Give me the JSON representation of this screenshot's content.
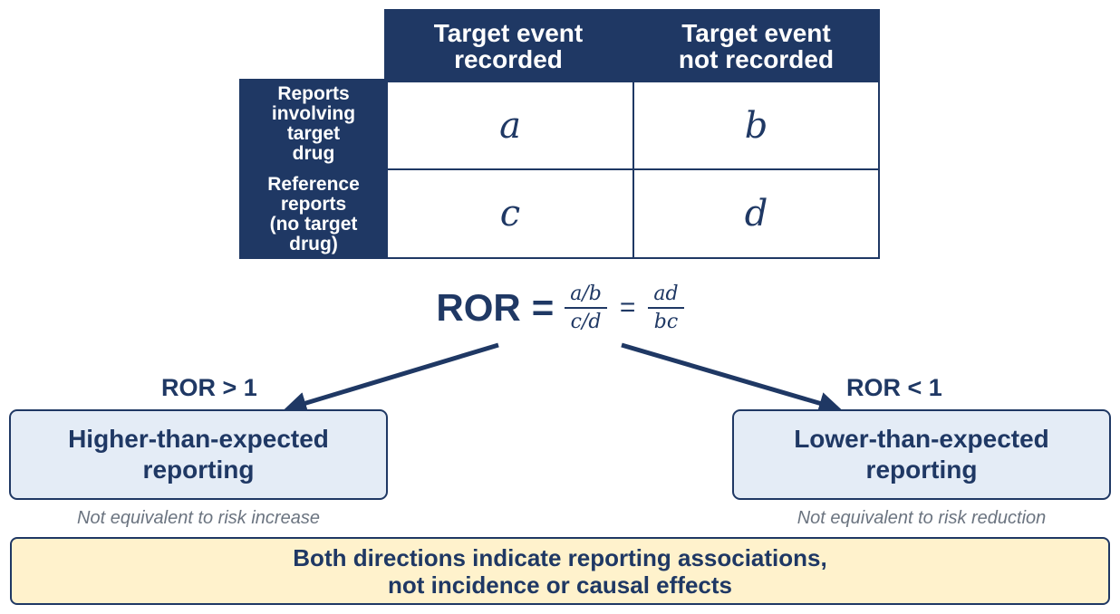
{
  "table": {
    "column_headers": [
      "Target event\nrecorded",
      "Target event\nnot recorded"
    ],
    "row_headers": [
      "Reports\ninvolving\ntarget\ndrug",
      "Reference\nreports\n(no target\ndrug)"
    ],
    "cells": [
      [
        "a",
        "b"
      ],
      [
        "c",
        "d"
      ]
    ]
  },
  "formula": {
    "label": "ROR",
    "equals": "=",
    "fraction1": {
      "numerator": "a/b",
      "denominator": "c/d"
    },
    "fraction2": {
      "numerator": "ad",
      "denominator": "bc"
    }
  },
  "outcomes": [
    {
      "condition": "ROR > 1",
      "label": "Higher-than-expected\nreporting",
      "note": "Not equivalent to risk increase"
    },
    {
      "condition": "ROR < 1",
      "label": "Lower-than-expected\nreporting",
      "note": "Not equivalent to risk reduction"
    }
  ],
  "summary": "Both directions indicate reporting associations,\nnot incidence or causal effects",
  "colors": {
    "navy": "#1f3864",
    "box_fill": "#e4ecf6",
    "summary_fill": "#fff2cc",
    "note_gray": "#6b7480"
  }
}
